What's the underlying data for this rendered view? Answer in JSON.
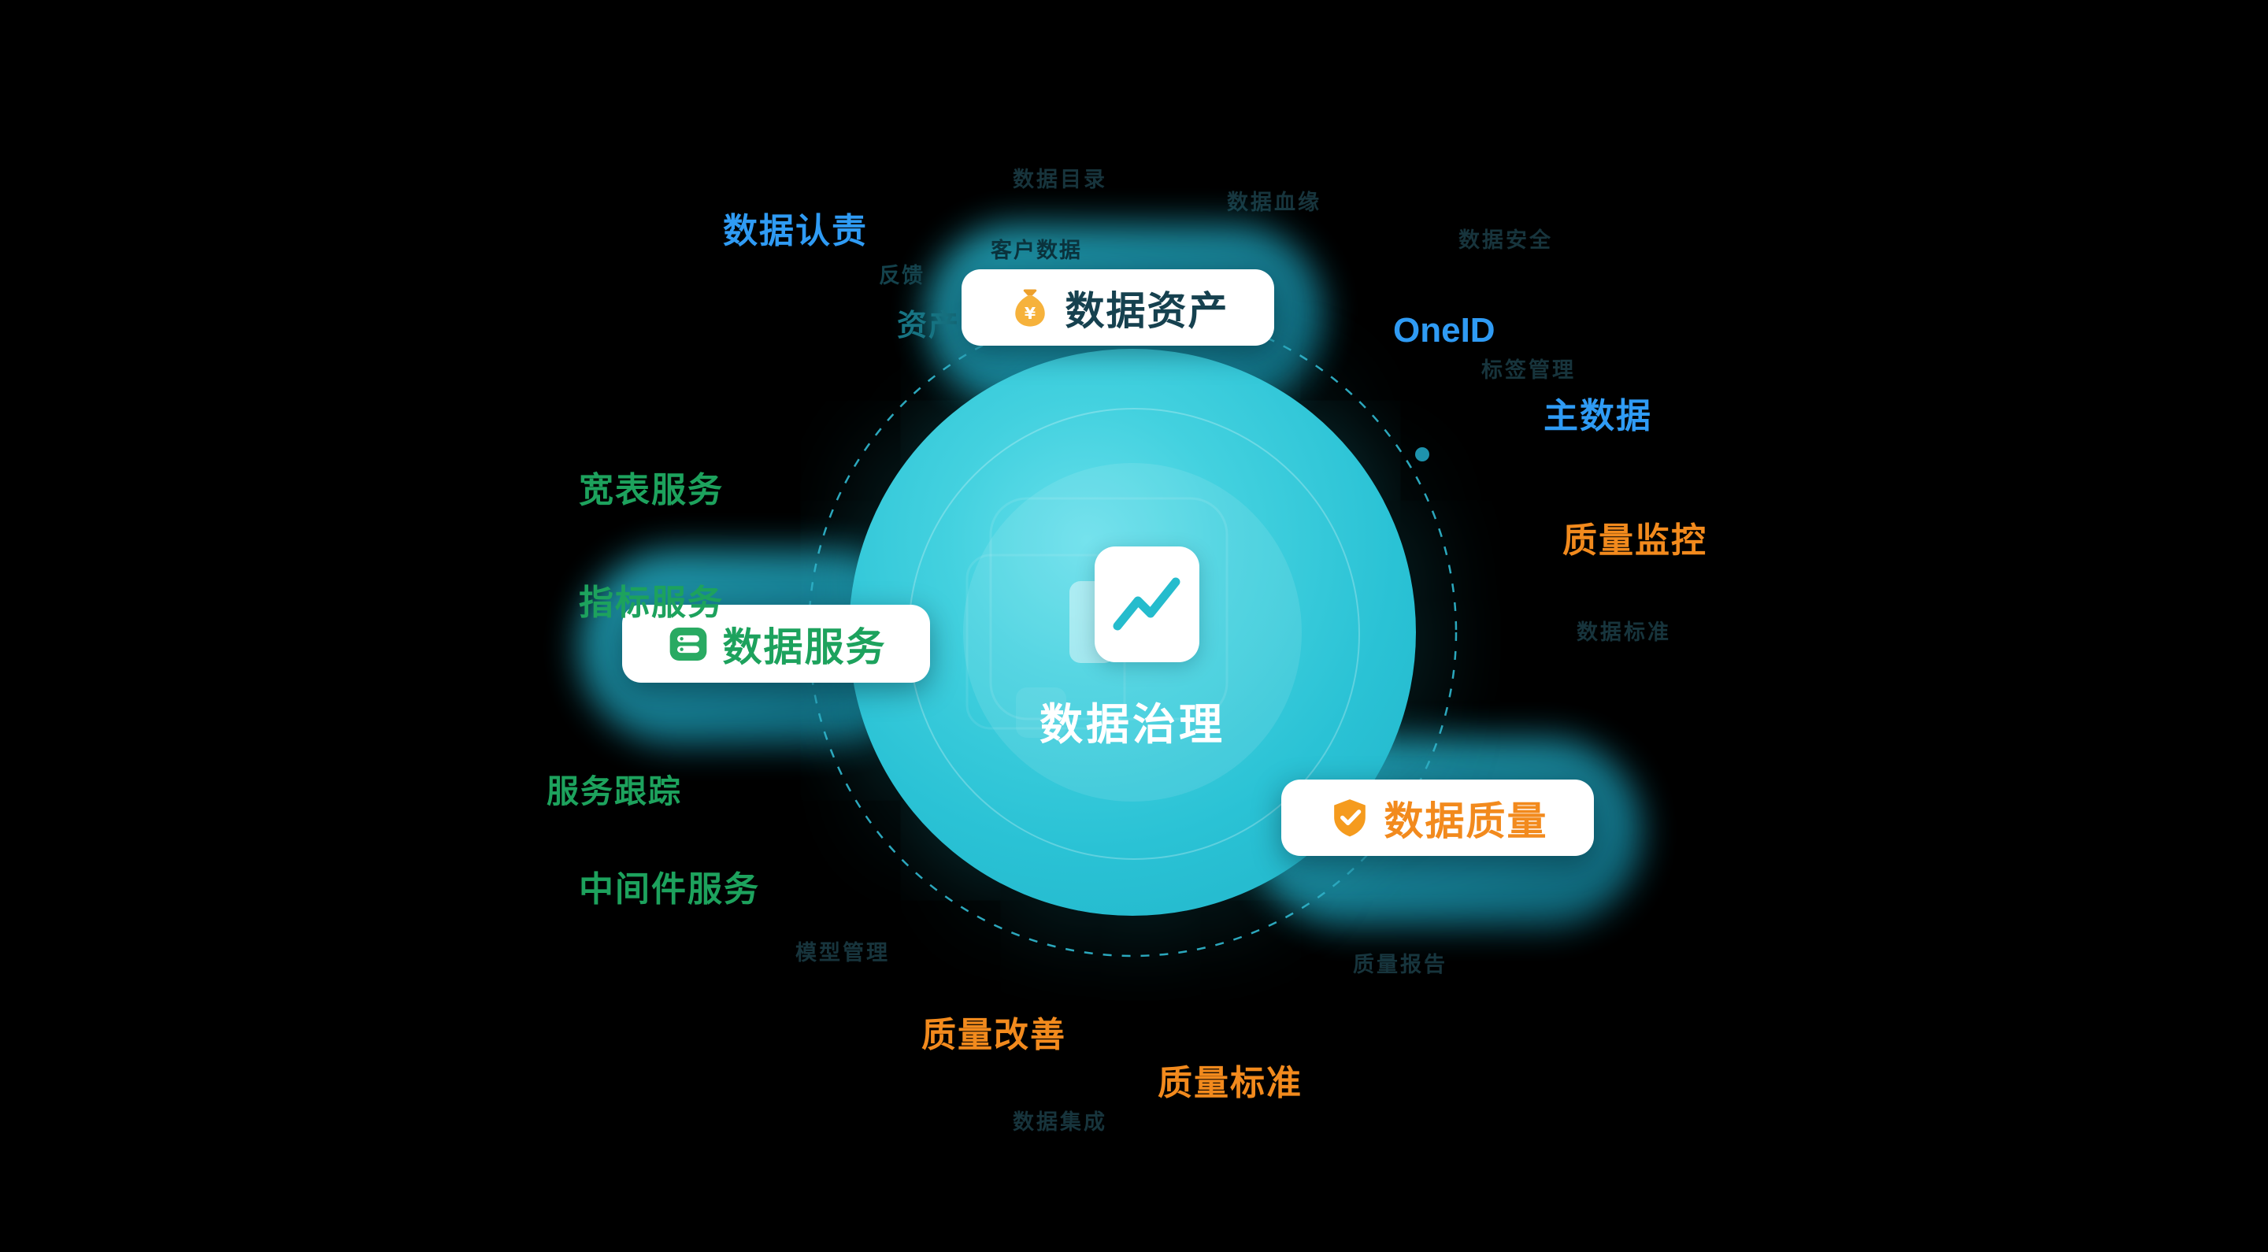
{
  "diagram": {
    "center_label": "数据治理",
    "center_icon": "chart-check-icon"
  },
  "pills": {
    "assets": {
      "label": "数据资产",
      "icon": "money-bag-icon",
      "text_color": "#16414f",
      "icon_color": "#f6b23c"
    },
    "services": {
      "label": "数据服务",
      "icon": "database-icon",
      "text_color": "#1da25d",
      "icon_color": "#29aa62"
    },
    "quality": {
      "label": "数据质量",
      "icon": "shield-check-icon",
      "text_color": "#f28a1d",
      "icon_color": "#f59b1e"
    }
  },
  "satellite_labels": {
    "responsibility": {
      "text": "数据认责",
      "color": "#2f9bf4"
    },
    "oneid": {
      "text": "OneID",
      "color": "#2f9bf4"
    },
    "master_data": {
      "text": "主数据",
      "color": "#2f9bf4"
    },
    "quality_monitor": {
      "text": "质量监控",
      "color": "#f28a1d"
    },
    "quality_improve": {
      "text": "质量改善",
      "color": "#f28a1d"
    },
    "quality_standard": {
      "text": "质量标准",
      "color": "#f28a1d"
    },
    "wide_table_service": {
      "text": "宽表服务",
      "color": "#1da25d"
    },
    "indicator_service": {
      "text": "指标服务",
      "color": "#1da25d"
    },
    "service_tracking": {
      "text": "服务跟踪",
      "color": "#1da25d"
    },
    "middleware_service": {
      "text": "中间件服务",
      "color": "#1da25d"
    }
  },
  "small_labels": {
    "customer_data": {
      "text": "客户数据"
    },
    "asset": {
      "text": "资产"
    },
    "feedback": {
      "text": "反馈"
    }
  },
  "faint_labels": [
    {
      "text": "数据目录"
    },
    {
      "text": "数据血缘"
    },
    {
      "text": "数据安全"
    },
    {
      "text": "标签管理"
    },
    {
      "text": "数据标准"
    },
    {
      "text": "模型管理"
    },
    {
      "text": "质量报告"
    },
    {
      "text": "数据集成"
    }
  ],
  "colors": {
    "background": "#000000",
    "core_teal": "#2ac2d5",
    "orbit_teal": "#2fb0c6",
    "blue": "#2f9bf4",
    "green": "#1da25d",
    "orange": "#f28a1d"
  }
}
